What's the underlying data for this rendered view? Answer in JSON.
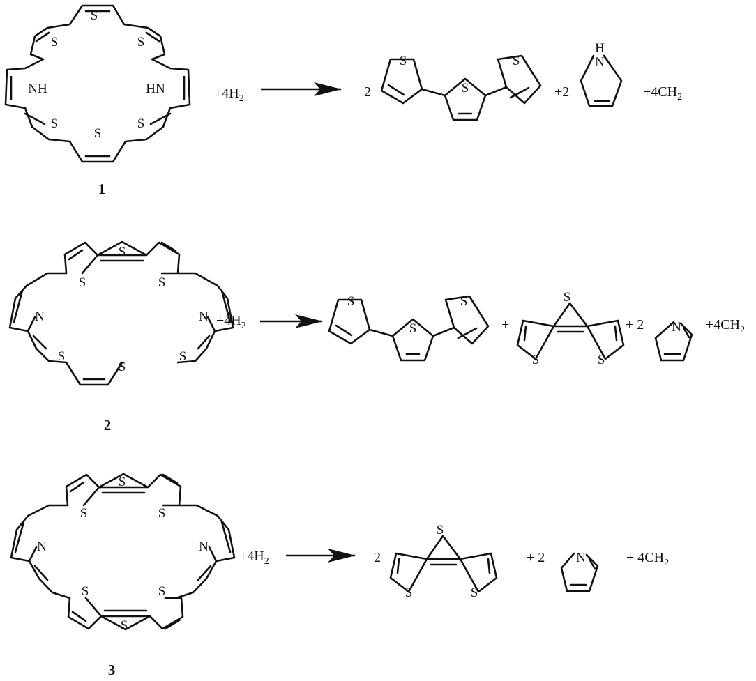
{
  "atoms": {
    "sulfur": "S",
    "nh": "NH",
    "hn": "HN",
    "nitrogen": "N",
    "hydrogen": "H"
  },
  "reactions": [
    {
      "label": "1",
      "reagent": {
        "prefix": "+4H",
        "subscript": "2"
      },
      "products": [
        {
          "coefficient": "2"
        },
        {
          "coefficient": "+2"
        },
        {
          "prefix": "+4CH",
          "subscript": "2"
        }
      ]
    },
    {
      "label": "2",
      "reagent": {
        "prefix": "+4H",
        "subscript": "2"
      },
      "products": [
        {
          "coefficient": "+"
        },
        {
          "coefficient": "+ 2"
        },
        {
          "prefix": "+4CH",
          "subscript": "2"
        }
      ]
    },
    {
      "label": "3",
      "reagent": {
        "prefix": "+4H",
        "subscript": "2"
      },
      "products": [
        {
          "coefficient": "2"
        },
        {
          "coefficient": "+ 2"
        },
        {
          "prefix": "+ 4CH",
          "subscript": "2"
        }
      ]
    }
  ],
  "colors": {
    "ink": "#111111",
    "background": "#ffffff"
  }
}
